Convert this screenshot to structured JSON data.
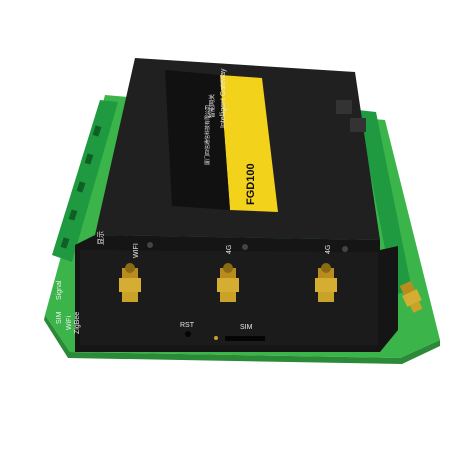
{
  "product": {
    "model": "FGD100",
    "name_cn": "智能网关",
    "name_en": "Intelligent Gateway",
    "company_cn": "厦门四信通信科技有限公司"
  },
  "front_panel": {
    "wifi": "WIFI",
    "lte": "4G",
    "wan": "4G",
    "rst": "RST",
    "sim": "SIM"
  },
  "side_left": {
    "display": "显示",
    "signal": "Signal",
    "sim": "SIM",
    "wifi": "WiFi",
    "zigbee": "ZigBee"
  },
  "colors": {
    "housing": "#1d1d1d",
    "pcb": "#39b54a",
    "terminal": "#1e8a3a",
    "label": "#f2d21b",
    "brass": "#c9a227"
  }
}
